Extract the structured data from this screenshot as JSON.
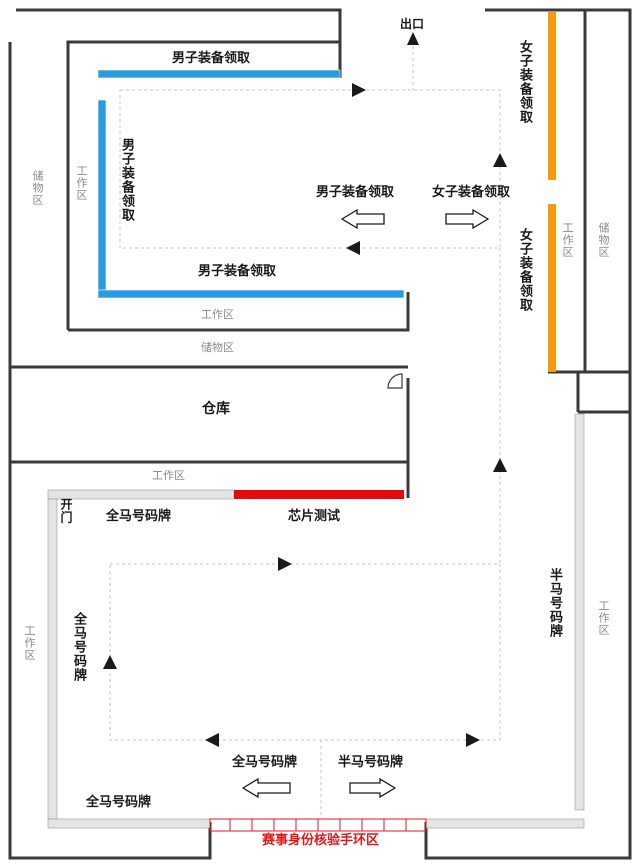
{
  "exit": "出口",
  "storage_left": "储物区",
  "storage_mid": "储物区",
  "storage_right": "储物区",
  "work_left_top": "工作区",
  "work_mid_top": "工作区",
  "work_orange": "工作区",
  "work_warehouse_below": "工作区",
  "work_left_bottom": "工作区",
  "work_right_bottom": "工作区",
  "male_equip_top": "男子装备领取",
  "male_equip_vertical": "男子装备领取",
  "male_equip_bottom": "男子装备领取",
  "male_equip_center": "男子装备领取",
  "female_equip_center": "女子装备领取",
  "female_equip_top": "女子装备领取",
  "female_equip_bottom": "女子装备领取",
  "warehouse": "仓库",
  "door_open": "开门",
  "full_bib_top": "全马号码牌",
  "chip_test": "芯片测试",
  "full_bib_vertical": "全马号码牌",
  "half_bib_vertical": "半马号码牌",
  "full_bib_center": "全马号码牌",
  "half_bib_center": "半马号码牌",
  "full_bib_bottom": "全马号码牌",
  "id_check": "赛事身份核验手环区",
  "colors": {
    "male": "#2b9be0",
    "female": "#f39c12",
    "chip": "#e30b0b",
    "idcheck": "#e01818",
    "wall": "#3a3a3a",
    "table": "#d6d6d6"
  }
}
